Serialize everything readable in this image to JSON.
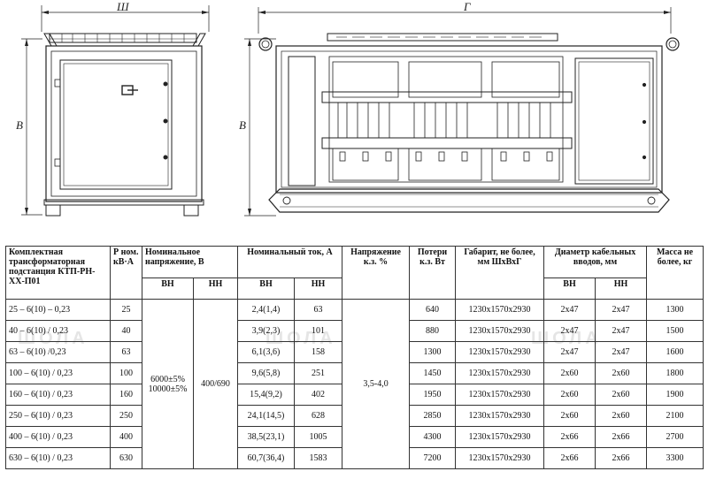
{
  "drawing": {
    "front_width_label": "Ш",
    "front_height_label": "В",
    "side_length_label": "Г",
    "side_height_label": "В"
  },
  "watermark": {
    "brand_text": "ШОЛА"
  },
  "table": {
    "headers": {
      "name": "Комплектная трансформаторная подстанция КТП-РН-XX-П01",
      "power": "Р ном. кВ·А",
      "voltage": "Номинальное напряжение, В",
      "current": "Номинальный ток, А",
      "vn": "ВН",
      "nn": "НН",
      "uk": "Напряжение к.з. %",
      "losses": "Потери к.з. Вт",
      "dims": "Габарит, не более, мм ШхВхГ",
      "cable": "Диаметр кабельных вводов, мм",
      "mass": "Масса не более, кг"
    },
    "voltage_vn": "6000±5% 10000±5%",
    "voltage_nn": "400/690",
    "uk_value": "3,5-4,0",
    "rows": [
      {
        "name": "25 – 6(10) – 0,23",
        "power": "25",
        "i_vn": "2,4(1,4)",
        "i_nn": "63",
        "losses": "640",
        "dims": "1230x1570x2930",
        "cable_vn": "2x47",
        "cable_nn": "2x47",
        "mass": "1300"
      },
      {
        "name": "40 – 6(10) / 0,23",
        "power": "40",
        "i_vn": "3,9(2,3)",
        "i_nn": "101",
        "losses": "880",
        "dims": "1230x1570x2930",
        "cable_vn": "2x47",
        "cable_nn": "2x47",
        "mass": "1500"
      },
      {
        "name": "63 – 6(10) /0,23",
        "power": "63",
        "i_vn": "6,1(3,6)",
        "i_nn": "158",
        "losses": "1300",
        "dims": "1230x1570x2930",
        "cable_vn": "2x47",
        "cable_nn": "2x47",
        "mass": "1600"
      },
      {
        "name": "100 – 6(10) / 0,23",
        "power": "100",
        "i_vn": "9,6(5,8)",
        "i_nn": "251",
        "losses": "1450",
        "dims": "1230x1570x2930",
        "cable_vn": "2x60",
        "cable_nn": "2x60",
        "mass": "1800"
      },
      {
        "name": "160 – 6(10) / 0,23",
        "power": "160",
        "i_vn": "15,4(9,2)",
        "i_nn": "402",
        "losses": "1950",
        "dims": "1230x1570x2930",
        "cable_vn": "2x60",
        "cable_nn": "2x60",
        "mass": "1900"
      },
      {
        "name": "250 – 6(10) / 0,23",
        "power": "250",
        "i_vn": "24,1(14,5)",
        "i_nn": "628",
        "losses": "2850",
        "dims": "1230x1570x2930",
        "cable_vn": "2x60",
        "cable_nn": "2x60",
        "mass": "2100"
      },
      {
        "name": "400 – 6(10) / 0,23",
        "power": "400",
        "i_vn": "38,5(23,1)",
        "i_nn": "1005",
        "losses": "4300",
        "dims": "1230x1570x2930",
        "cable_vn": "2x66",
        "cable_nn": "2x66",
        "mass": "2700"
      },
      {
        "name": "630 – 6(10) / 0,23",
        "power": "630",
        "i_vn": "60,7(36,4)",
        "i_nn": "1583",
        "losses": "7200",
        "dims": "1230x1570x2930",
        "cable_vn": "2x66",
        "cable_nn": "2x66",
        "mass": "3300"
      }
    ]
  }
}
